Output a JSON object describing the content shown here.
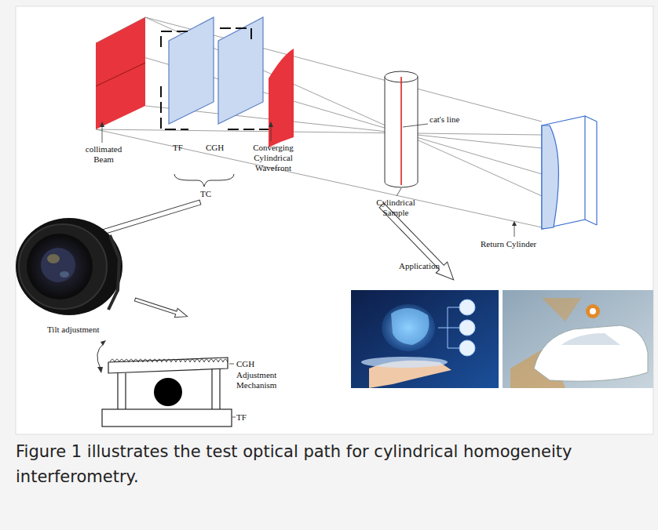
{
  "diagram": {
    "caption": "Figure 1 illustrates the test optical path for cylindrical homogeneity interferometry.",
    "labels": [
      "collimated Beam",
      "TF",
      "CGH",
      "Converging Cylindrical Wavefront",
      "TC",
      "cat's line",
      "Cylindrical Sample",
      "Return Cylinder",
      "Application",
      "Tilt adjustment",
      "CGH",
      "Adjustment Mechanism",
      "TF"
    ]
  }
}
